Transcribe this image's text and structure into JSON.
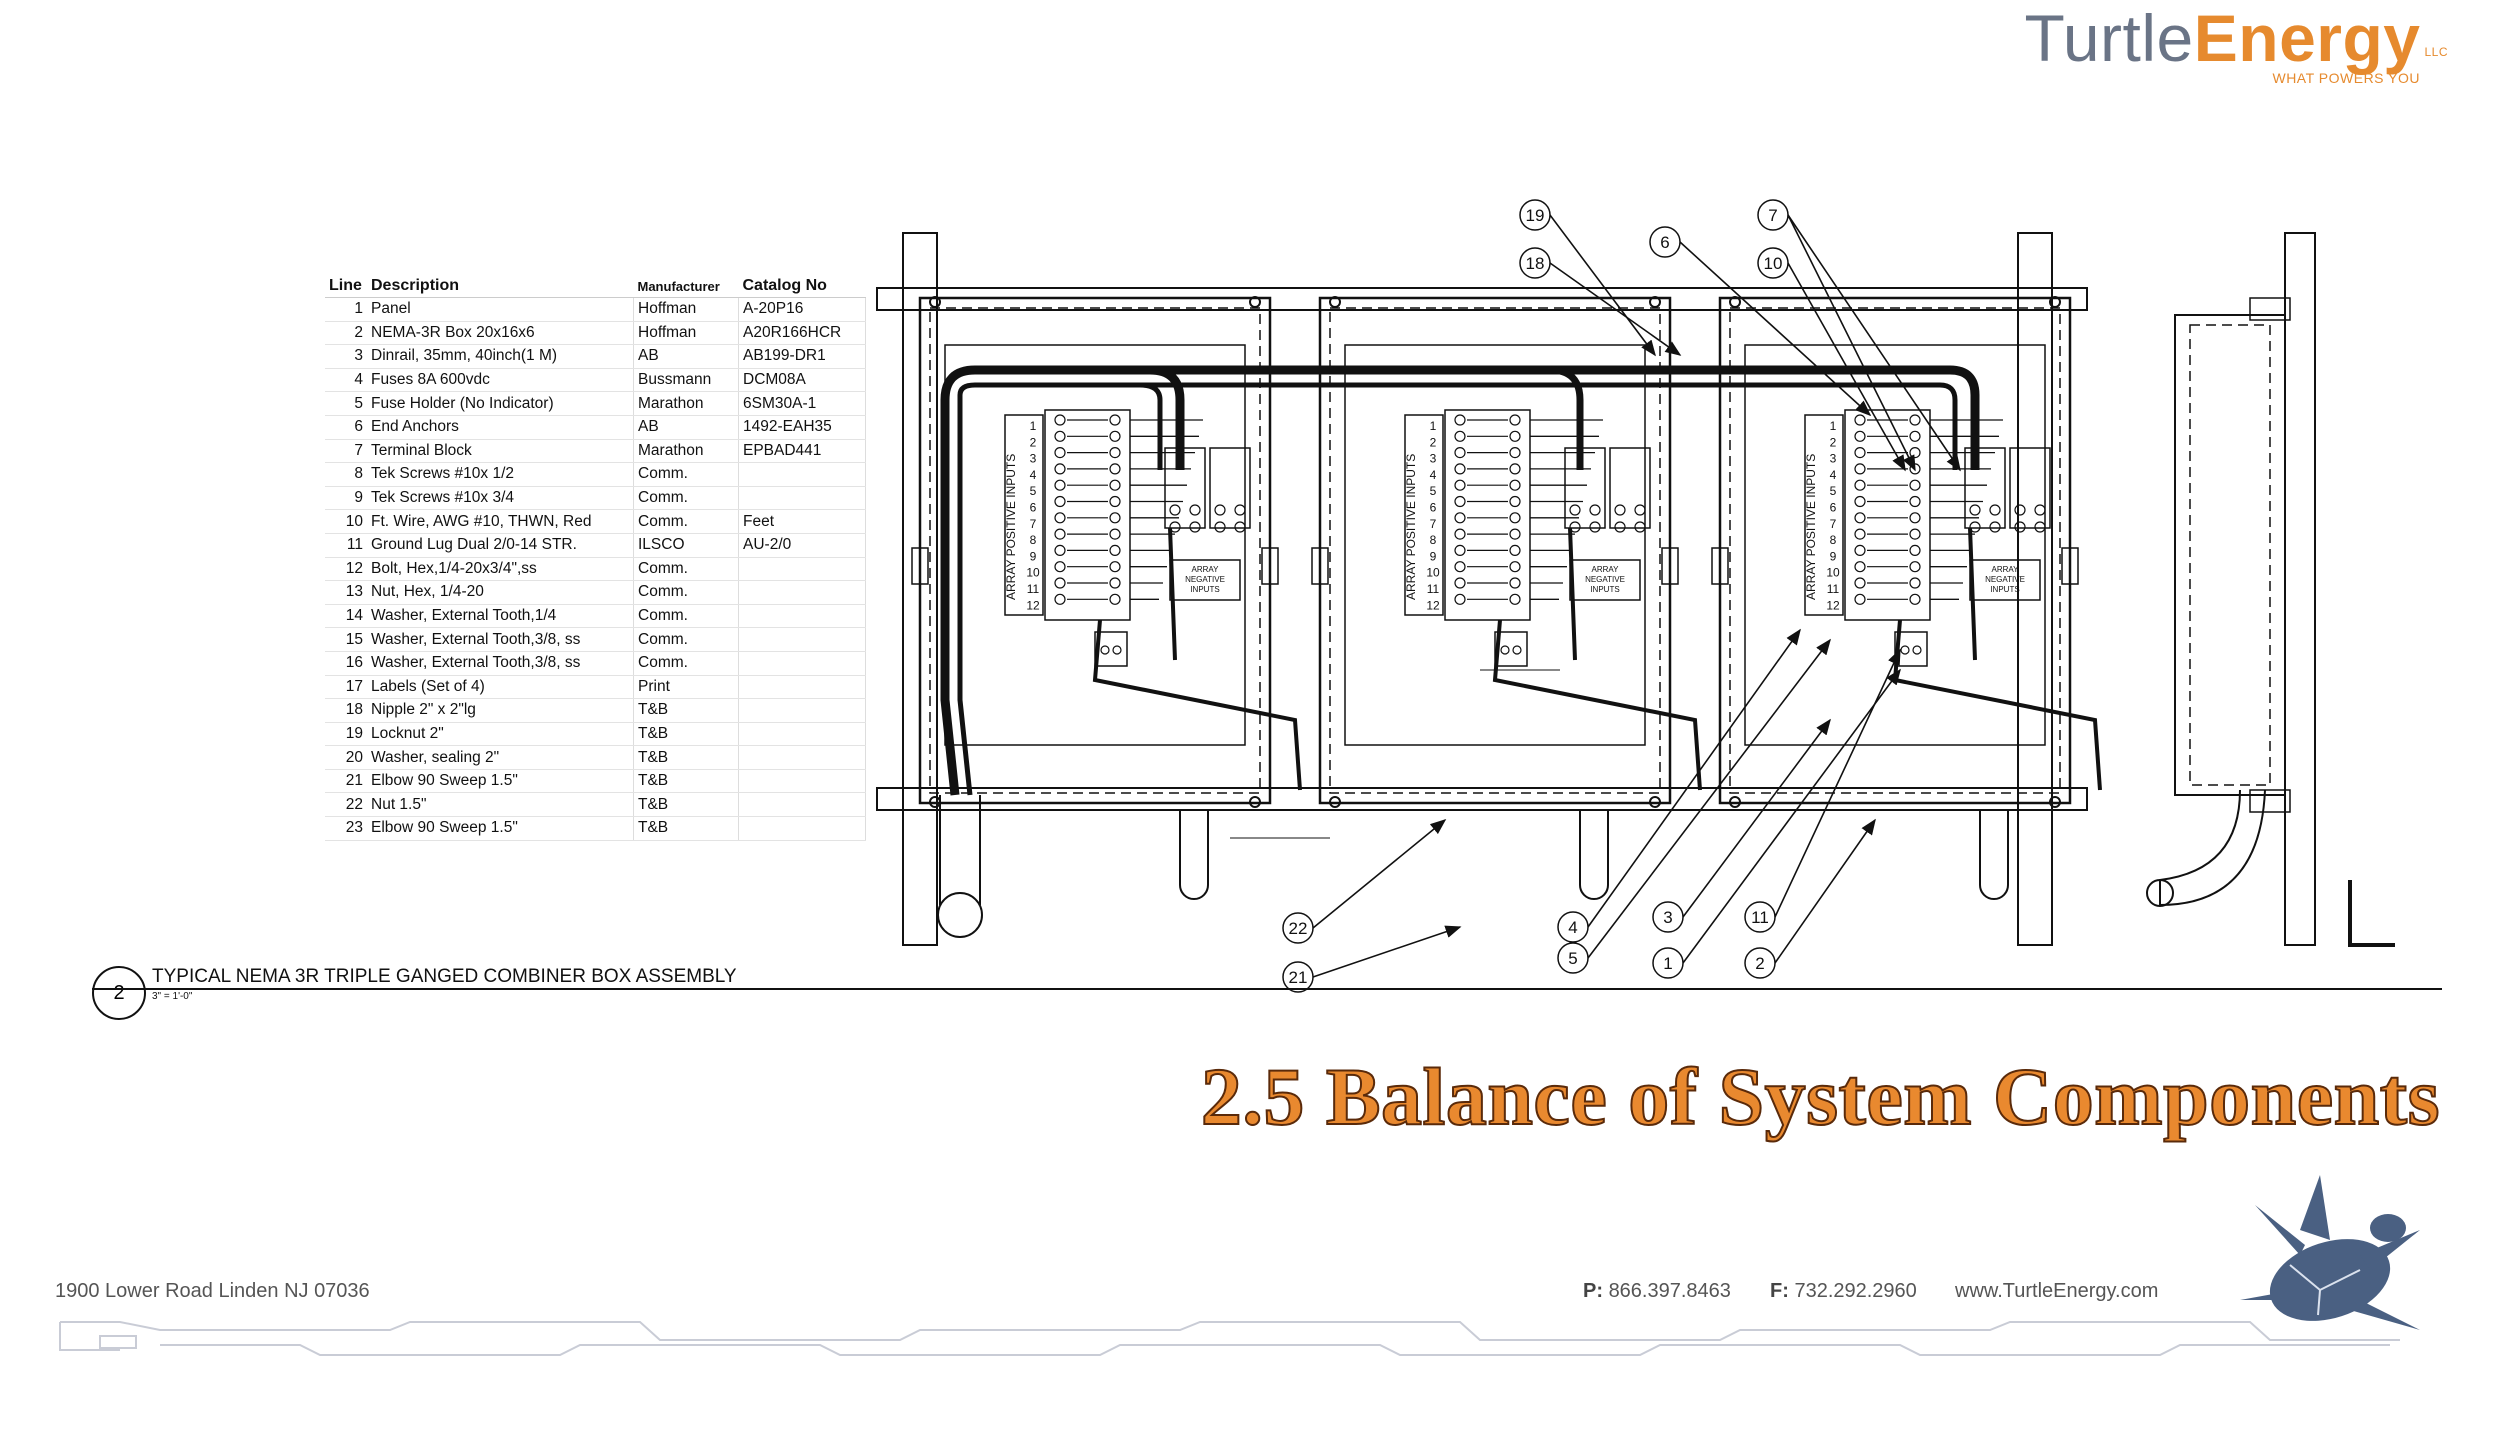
{
  "logo": {
    "turtle": "Turtle",
    "energy": "Energy",
    "llc": "LLC",
    "tagline": "WHAT POWERS YOU"
  },
  "bom": {
    "headers": {
      "line": "Line",
      "description": "Description",
      "manufacturer": "Manufacturer",
      "catalog": "Catalog No"
    },
    "rows": [
      {
        "line": "1",
        "description": "Panel",
        "manufacturer": "Hoffman",
        "catalog": "A-20P16"
      },
      {
        "line": "2",
        "description": "NEMA-3R Box 20x16x6",
        "manufacturer": "Hoffman",
        "catalog": "A20R166HCR"
      },
      {
        "line": "3",
        "description": "Dinrail, 35mm, 40inch(1 M)",
        "manufacturer": "AB",
        "catalog": "AB199-DR1"
      },
      {
        "line": "4",
        "description": "Fuses 8A 600vdc",
        "manufacturer": "Bussmann",
        "catalog": "DCM08A"
      },
      {
        "line": "5",
        "description": "Fuse Holder (No Indicator)",
        "manufacturer": "Marathon",
        "catalog": "6SM30A-1"
      },
      {
        "line": "6",
        "description": "End Anchors",
        "manufacturer": "AB",
        "catalog": "1492-EAH35"
      },
      {
        "line": "7",
        "description": "Terminal Block",
        "manufacturer": "Marathon",
        "catalog": "EPBAD441"
      },
      {
        "line": "8",
        "description": "Tek Screws #10x 1/2",
        "manufacturer": "Comm.",
        "catalog": ""
      },
      {
        "line": "9",
        "description": "Tek Screws #10x 3/4",
        "manufacturer": "Comm.",
        "catalog": ""
      },
      {
        "line": "10",
        "description": "Ft. Wire, AWG #10, THWN, Red",
        "manufacturer": "Comm.",
        "catalog": "Feet"
      },
      {
        "line": "11",
        "description": "Ground Lug Dual 2/0-14 STR.",
        "manufacturer": "ILSCO",
        "catalog": "AU-2/0"
      },
      {
        "line": "12",
        "description": "Bolt, Hex,1/4-20x3/4\",ss",
        "manufacturer": "Comm.",
        "catalog": ""
      },
      {
        "line": "13",
        "description": "Nut, Hex, 1/4-20",
        "manufacturer": "Comm.",
        "catalog": ""
      },
      {
        "line": "14",
        "description": "Washer, External Tooth,1/4",
        "manufacturer": "Comm.",
        "catalog": ""
      },
      {
        "line": "15",
        "description": "Washer, External Tooth,3/8, ss",
        "manufacturer": "Comm.",
        "catalog": ""
      },
      {
        "line": "16",
        "description": "Washer, External Tooth,3/8, ss",
        "manufacturer": "Comm.",
        "catalog": ""
      },
      {
        "line": "17",
        "description": "Labels (Set of 4)",
        "manufacturer": "Print",
        "catalog": ""
      },
      {
        "line": "18",
        "description": "Nipple 2\" x 2\"lg",
        "manufacturer": "T&B",
        "catalog": ""
      },
      {
        "line": "19",
        "description": "Locknut 2\"",
        "manufacturer": "T&B",
        "catalog": ""
      },
      {
        "line": "20",
        "description": "Washer, sealing 2\"",
        "manufacturer": "T&B",
        "catalog": ""
      },
      {
        "line": "21",
        "description": "Elbow 90 Sweep 1.5\"",
        "manufacturer": "T&B",
        "catalog": ""
      },
      {
        "line": "22",
        "description": "Nut 1.5\"",
        "manufacturer": "T&B",
        "catalog": ""
      },
      {
        "line": "23",
        "description": "Elbow 90 Sweep 1.5\"",
        "manufacturer": "T&B",
        "catalog": ""
      }
    ]
  },
  "diagram": {
    "array_positive_label": "ARRAY POSITIVE INPUTS",
    "array_negative_label_1": "ARRAY",
    "array_negative_label_2": "NEGATIVE",
    "array_negative_label_3": "INPUTS",
    "terminal_numbers": [
      "1",
      "2",
      "3",
      "4",
      "5",
      "6",
      "7",
      "8",
      "9",
      "10",
      "11",
      "12"
    ],
    "callouts": [
      "19",
      "18",
      "6",
      "7",
      "10",
      "22",
      "21",
      "4",
      "5",
      "3",
      "1",
      "11",
      "2"
    ]
  },
  "caption": {
    "number": "2",
    "text": "TYPICAL NEMA 3R TRIPLE GANGED COMBINER BOX ASSEMBLY",
    "scale": "3\" = 1'-0\""
  },
  "title": "2.5 Balance of System Components",
  "footer": {
    "address": "1900 Lower Road   Linden NJ   07036",
    "phone_label": "P:",
    "phone": "866.397.8463",
    "fax_label": "F:",
    "fax": "732.292.2960",
    "web": "www.TurtleEnergy.com"
  },
  "colors": {
    "accent": "#e68a2e",
    "logo_gray": "#6a7486",
    "turtle_blue": "#4a6082"
  }
}
